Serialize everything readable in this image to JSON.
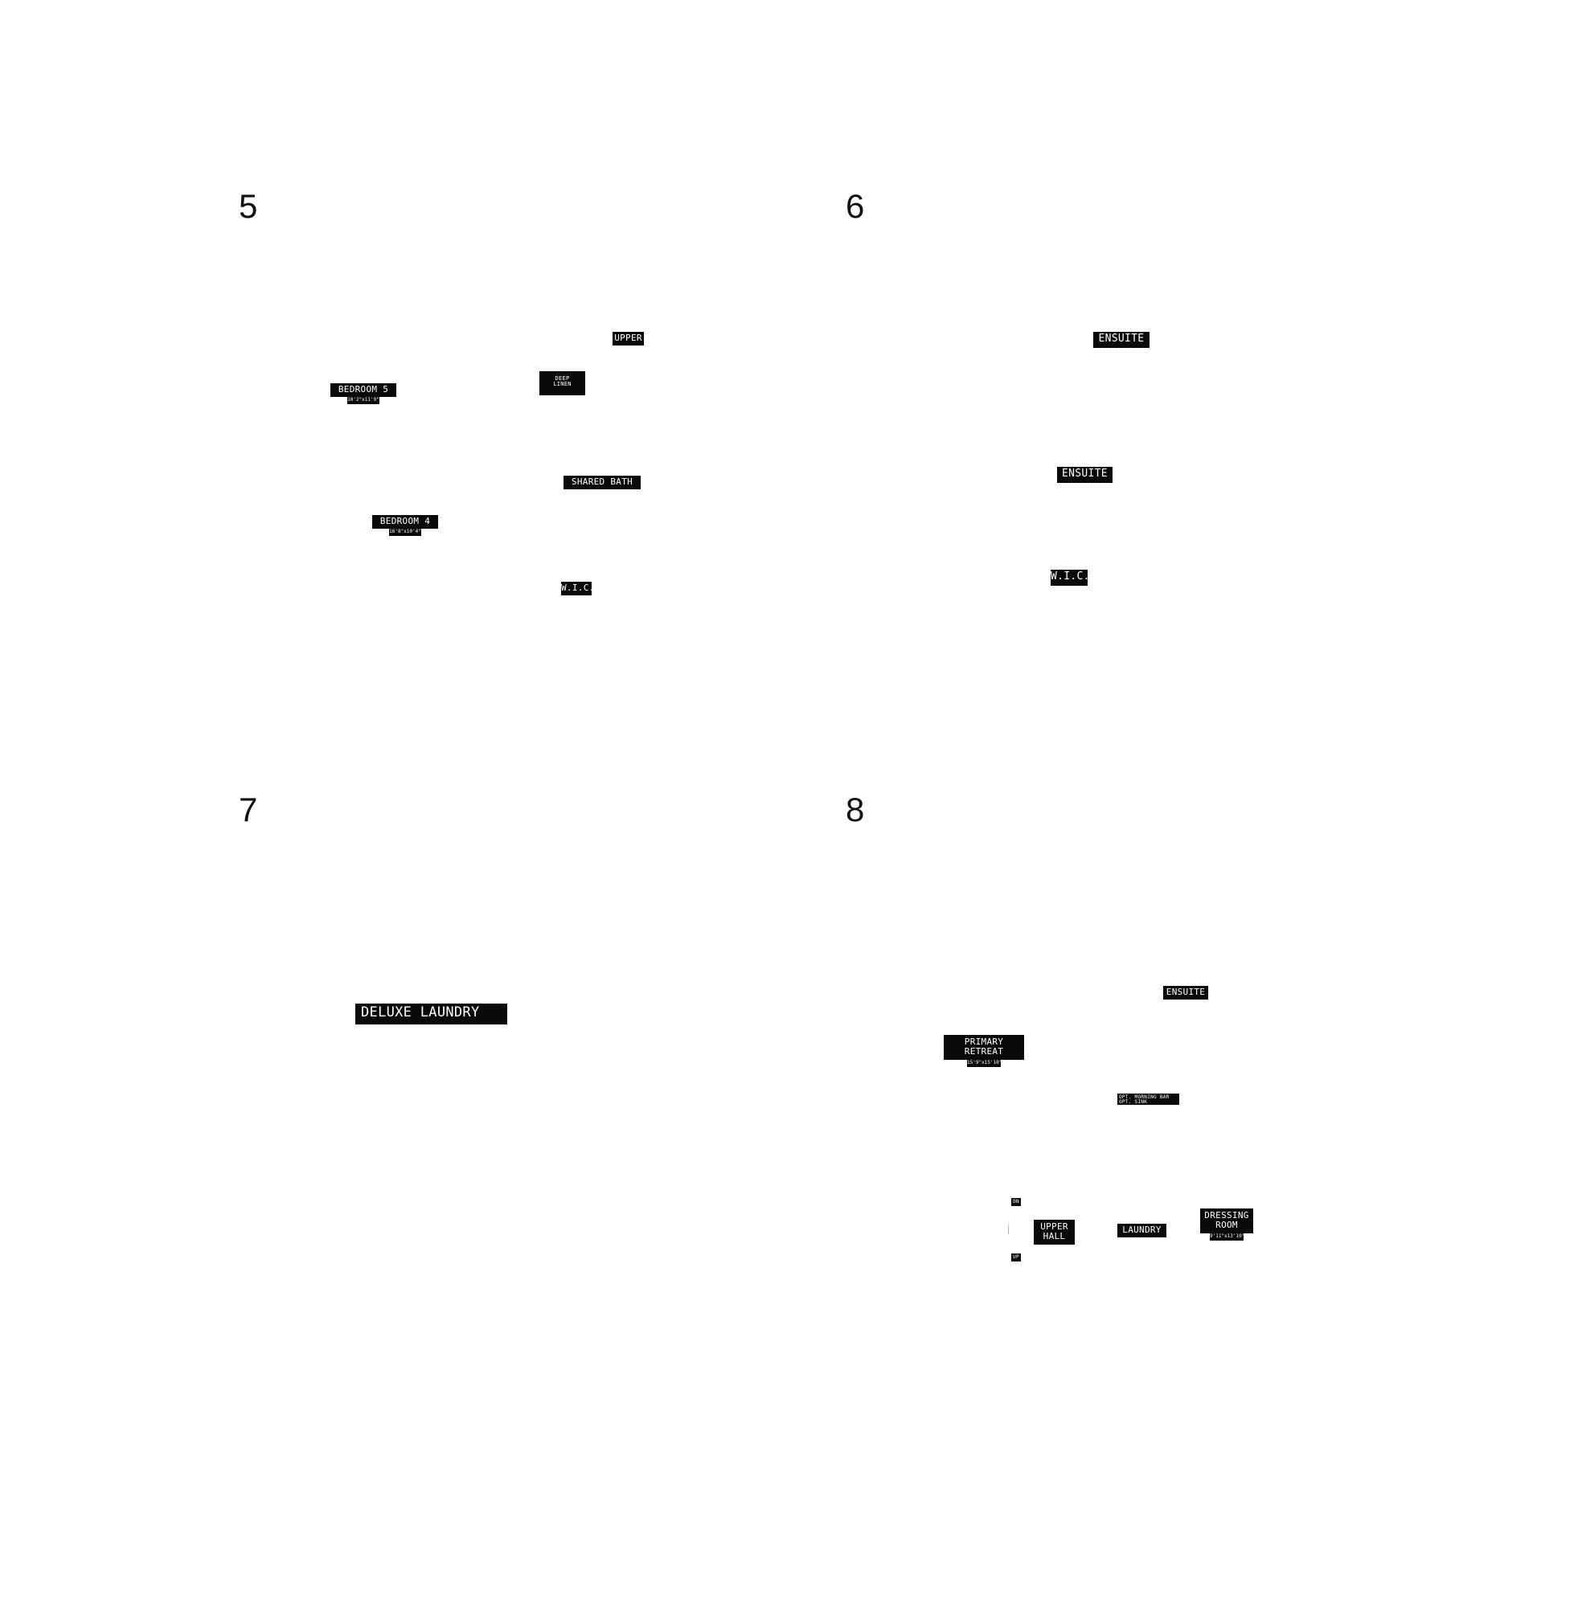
{
  "panels": [
    {
      "number": "5",
      "labels": {
        "upper": "UPPER",
        "deep_linen": "DEEP\nLINEN",
        "bedroom5": "BEDROOM 5",
        "bedroom5_dim": "10'2\"x11'9\"",
        "shared_bath": "SHARED BATH",
        "bedroom4": "BEDROOM 4",
        "bedroom4_dim": "16'8\"x10'4\"",
        "wic": "W.I.C."
      }
    },
    {
      "number": "6",
      "labels": {
        "ensuite_top": "ENSUITE",
        "ensuite_mid": "ENSUITE",
        "wic": "W.I.C."
      }
    },
    {
      "number": "7",
      "labels": {
        "deluxe_laundry": "DELUXE LAUNDRY"
      }
    },
    {
      "number": "8",
      "labels": {
        "ensuite": "ENSUITE",
        "primary_retreat": "PRIMARY\nRETREAT",
        "primary_retreat_dim": "15'9\"x15'10\"",
        "opt_morning_bar": "OPT. MORNING BAR\nOPT. SINK",
        "dn": "DN",
        "up": "UP",
        "upper_hall": "UPPER\nHALL",
        "laundry": "LAUNDRY",
        "dressing_room": "DRESSING\nROOM",
        "dressing_room_dim": "9'11\"x13'10\""
      }
    }
  ]
}
